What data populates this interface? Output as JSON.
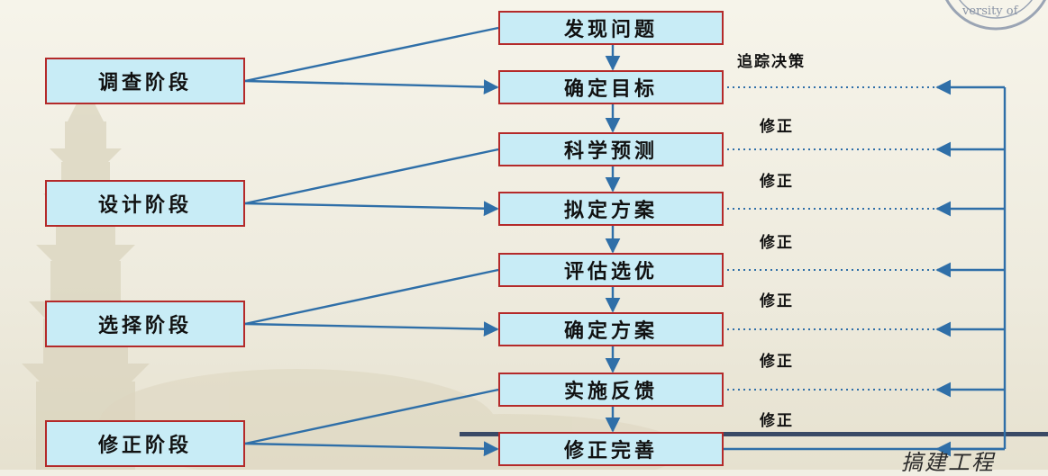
{
  "stages": [
    {
      "label": "调查阶段"
    },
    {
      "label": "设计阶段"
    },
    {
      "label": "选择阶段"
    },
    {
      "label": "修正阶段"
    }
  ],
  "steps": [
    {
      "label": "发现问题"
    },
    {
      "label": "确定目标"
    },
    {
      "label": "科学预测"
    },
    {
      "label": "拟定方案"
    },
    {
      "label": "评估选优"
    },
    {
      "label": "确定方案"
    },
    {
      "label": "实施反馈"
    },
    {
      "label": "修正完善"
    }
  ],
  "feedback": {
    "top_label": "追踪决策",
    "correction_labels": [
      "修正",
      "修正",
      "修正",
      "修正",
      "修正",
      "修正"
    ]
  },
  "decor": {
    "seal_text": "versity of",
    "signature_text": "搞建工程"
  },
  "colors": {
    "box_fill": "#c8ecf6",
    "box_border": "#b42a2a",
    "connector": "#2f6fa8"
  }
}
